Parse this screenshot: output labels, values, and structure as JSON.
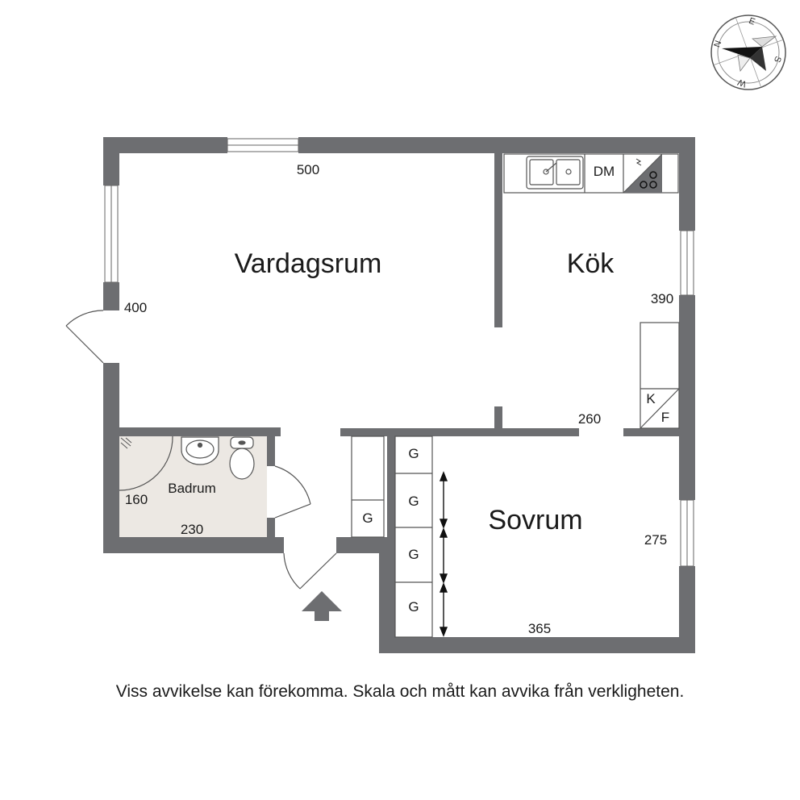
{
  "rooms": {
    "living": "Vardagsrum",
    "kitchen": "Kök",
    "bedroom": "Sovrum",
    "bathroom": "Badrum"
  },
  "dimensions": {
    "living_width": "500",
    "living_depth": "400",
    "kitchen_depth": "390",
    "kitchen_width": "260",
    "bedroom_depth": "275",
    "bedroom_width": "365",
    "bath_depth": "160",
    "bath_width": "230"
  },
  "fixtures": {
    "dishwasher": "DM",
    "fridge": "K",
    "freezer": "F",
    "wardrobe": "G"
  },
  "compass": {
    "north": "N",
    "east": "E",
    "south": "S",
    "west": "W"
  },
  "disclaimer": "Viss avvikelse kan förekomma. Skala och mått kan avvika från verkligheten.",
  "colors": {
    "wall": "#6d6e71",
    "bathroom_floor": "#ece8e3",
    "line": "#555555"
  }
}
